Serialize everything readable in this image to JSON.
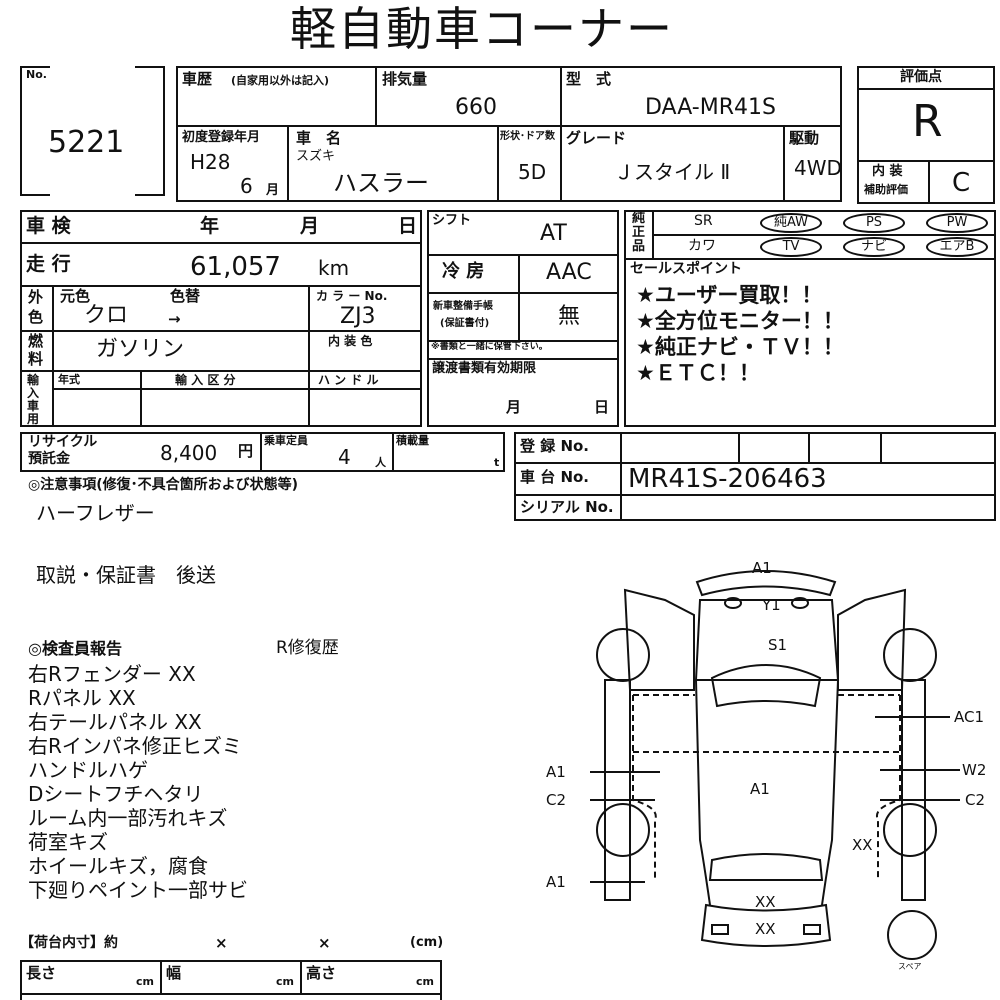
{
  "title": "軽自動車コーナー",
  "lot": {
    "no_label": "No.",
    "number": "5221"
  },
  "vehicle": {
    "history_label": "車歴",
    "history_note": "(自家用以外は記入)",
    "displacement_label": "排気量",
    "displacement": "660",
    "model_label": "型　式",
    "model": "DAA-MR41S",
    "first_reg_label": "初度登録年月",
    "first_reg_year": "H28",
    "first_reg_month": "6",
    "month_unit": "月",
    "name_label": "車　名",
    "maker": "スズキ",
    "name": "ハスラー",
    "shape_label": "形状･ドア数",
    "shape": "5D",
    "grade_label": "グレード",
    "grade": "Ｊスタイル Ⅱ",
    "drive_label": "駆動",
    "drive": "4WD"
  },
  "score": {
    "label": "評価点",
    "value": "R",
    "interior_label1": "内 装",
    "interior_label2": "補助評価",
    "interior": "C"
  },
  "inspection": {
    "label": "車 検",
    "year": "年",
    "month": "月",
    "day": "日"
  },
  "mileage": {
    "label": "走 行",
    "value": "61,057",
    "unit": "km"
  },
  "color": {
    "side1": "外",
    "side2": "色",
    "orig_label": "元色",
    "change_label": "色替",
    "orig": "クロ",
    "arrow": "→",
    "code_label": "カ ラ ー No.",
    "code": "ZJ3",
    "interior_label": "内 装 色"
  },
  "fuel": {
    "side1": "燃",
    "side2": "料",
    "value": "ガソリン"
  },
  "import": {
    "side": "輸入車用",
    "year_label": "年式",
    "class_label": "輸 入 区 分",
    "handle_label": "ハ ン ド ル"
  },
  "shift": {
    "label": "シフト",
    "value": "AT"
  },
  "ac": {
    "label": "冷 房",
    "value": "AAC"
  },
  "manual": {
    "label1": "新車整備手帳",
    "label2": "(保証書付)",
    "value": "無",
    "note": "※書類と一緒に保管下さい。"
  },
  "transfer": {
    "label": "譲渡書類有効期限",
    "month": "月",
    "day": "日"
  },
  "equipment": {
    "side": "純正品",
    "row1": [
      "SR",
      "純AW",
      "PS",
      "PW"
    ],
    "row2": [
      "カワ",
      "TV",
      "ナビ",
      "エアB"
    ]
  },
  "sales": {
    "label": "セールスポイント",
    "points": [
      "★ユーザー買取！！",
      "★全方位モニター！！",
      "★純正ナビ・ＴＶ！！",
      "★ＥＴＣ！！"
    ]
  },
  "recycle": {
    "label1": "リサイクル",
    "label2": "預託金",
    "value": "8,400",
    "unit": "円"
  },
  "capacity": {
    "label": "乗車定員",
    "value": "4",
    "unit": "人"
  },
  "load": {
    "label": "積載量",
    "unit": "t"
  },
  "registration": {
    "reg_label": "登 録 No.",
    "chassis_label": "車 台 No.",
    "chassis": "MR41S-206463",
    "serial_label": "シリアル No."
  },
  "notes": {
    "label": "◎注意事項(修復･不具合箇所および状態等)",
    "lines": [
      "ハーフレザー",
      "取説・保証書　後送"
    ]
  },
  "inspector": {
    "label": "◎検査員報告",
    "repair": "R修復歴",
    "lines": [
      "右Rフェンダー XX",
      "Rパネル XX",
      "右テールパネル XX",
      "右Rインパネ修正ヒズミ",
      "ハンドルハゲ",
      "Dシートフチヘタリ",
      "ルーム内一部汚れキズ",
      "荷室キズ",
      "ホイールキズ，腐食",
      "下廻りペイント一部サビ"
    ]
  },
  "cargo": {
    "label": "【荷台内寸】約",
    "x1": "×",
    "x2": "×",
    "unit": "(cm)",
    "length": "長さ",
    "width": "幅",
    "height": "高さ",
    "cm": "cm"
  },
  "diagram": {
    "marks": {
      "front_a1": "A1",
      "y1": "Y1",
      "s1": "S1",
      "ac1": "AC1",
      "left_a1": "A1",
      "w2": "W2",
      "center_a1": "A1",
      "left_c2": "C2",
      "right_c2": "C2",
      "xx_right": "XX",
      "left_rear_a1": "A1",
      "rear_xx1": "XX",
      "rear_xx2": "XX"
    },
    "spare_label": "スペア"
  }
}
